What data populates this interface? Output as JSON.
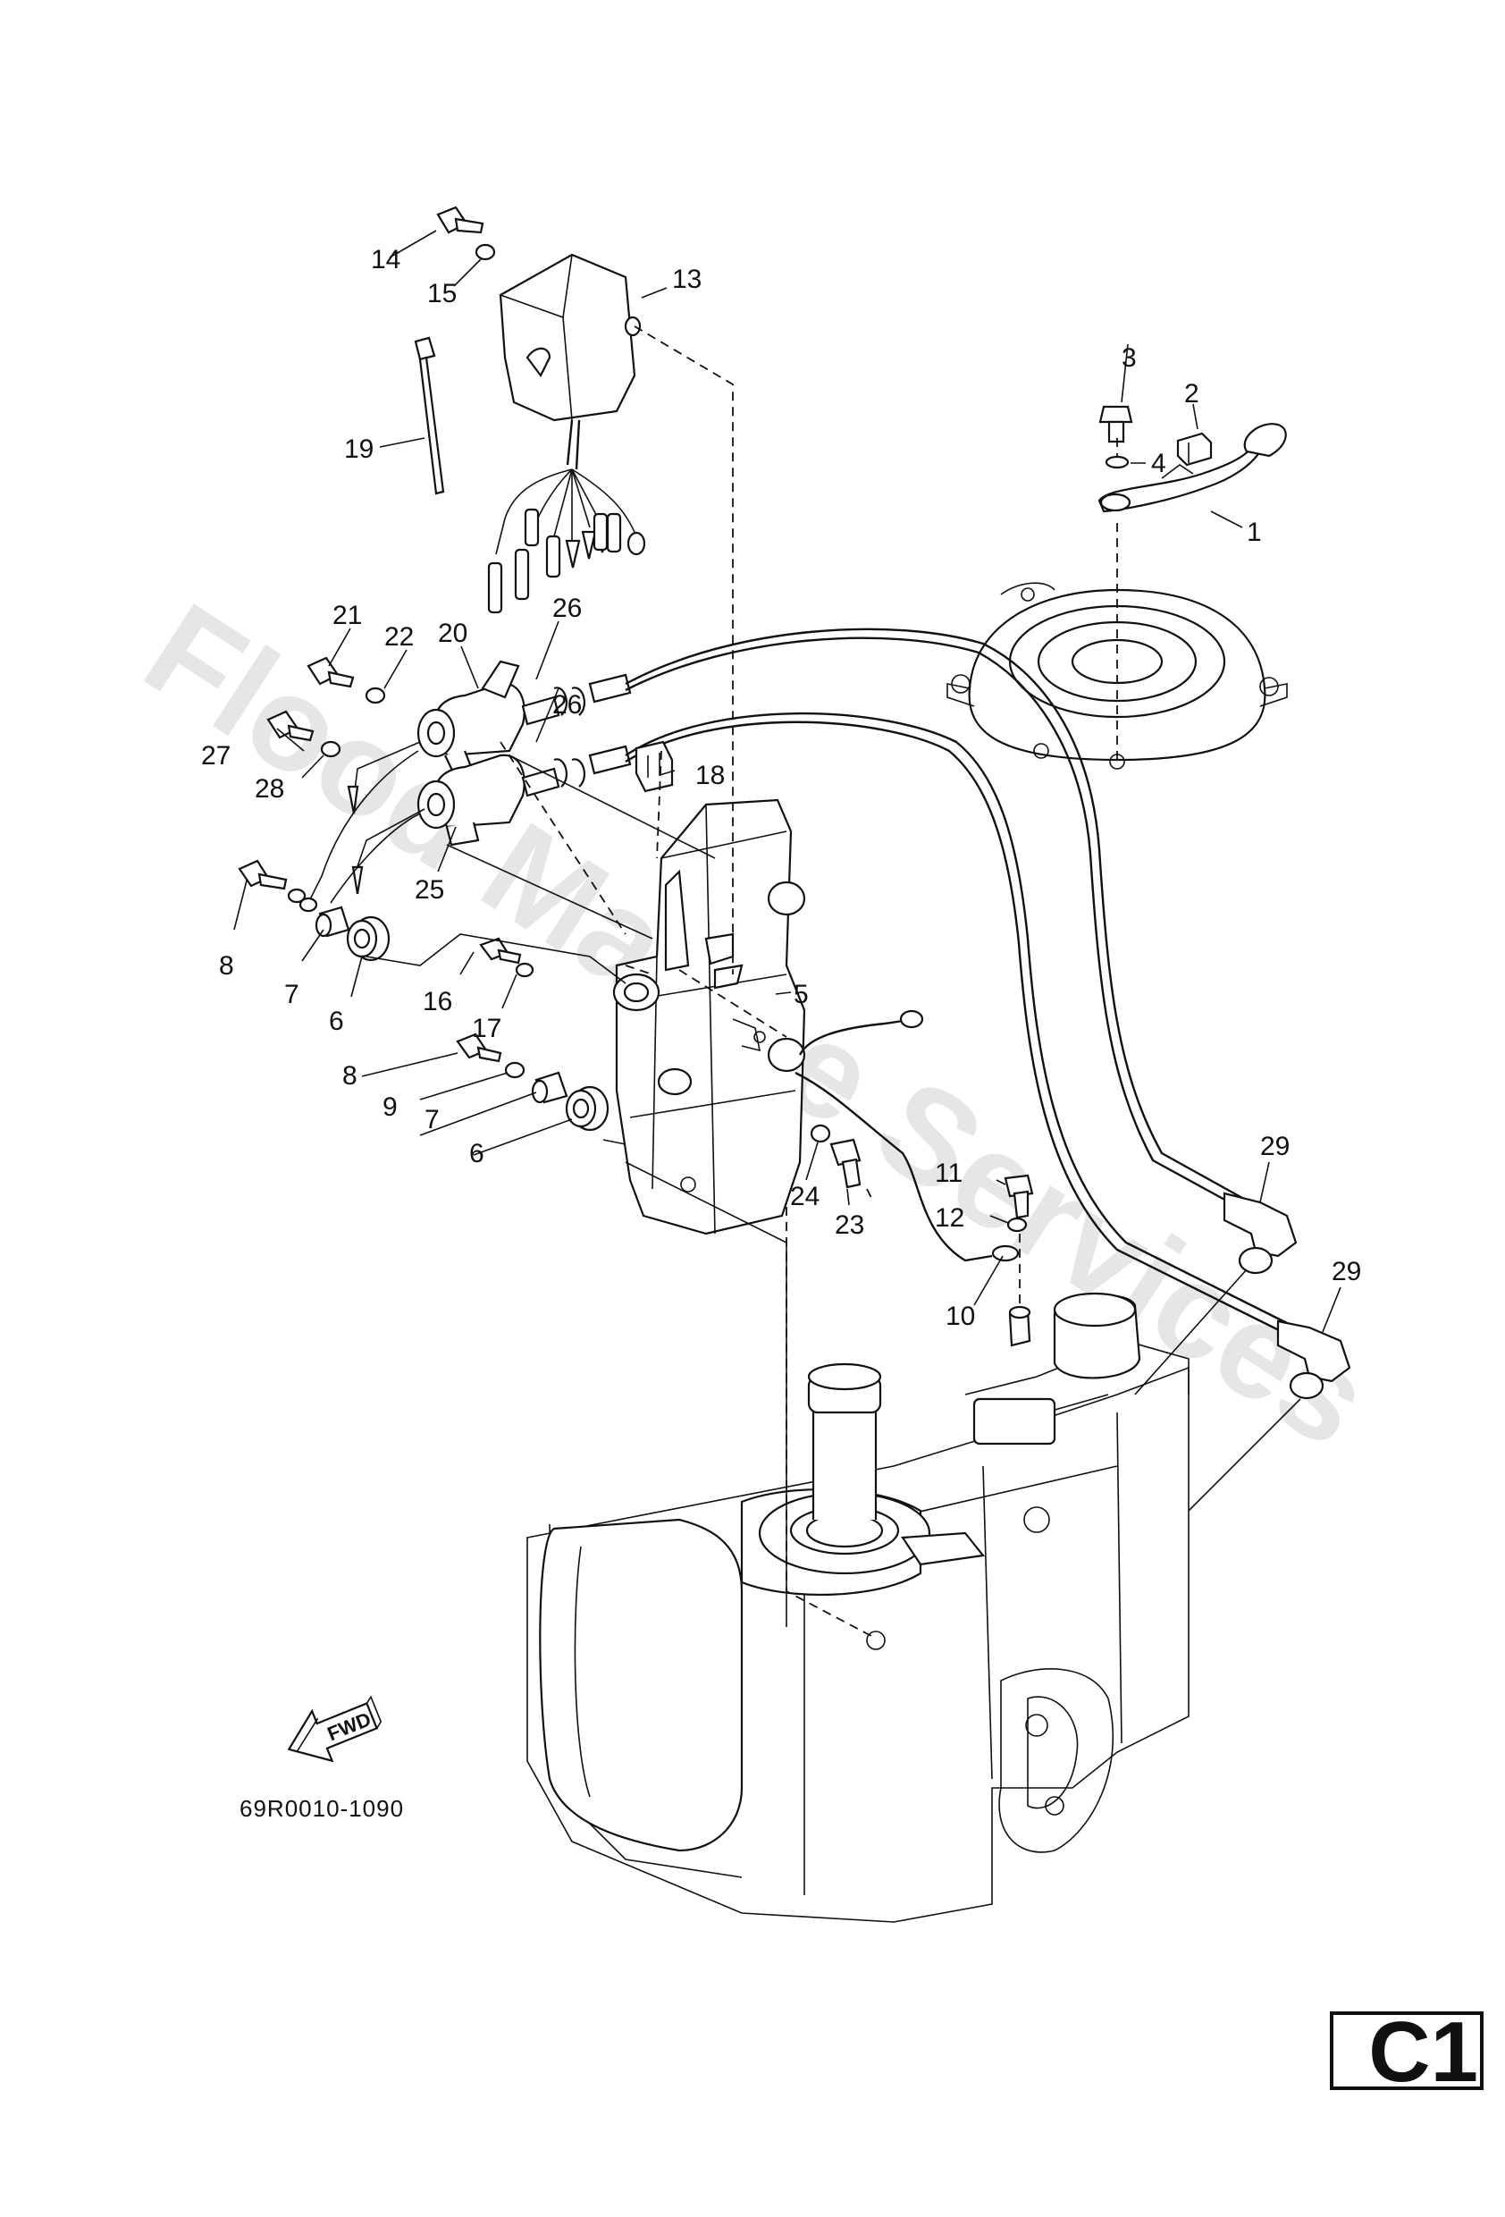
{
  "watermark": "Flood Marine Services",
  "drawing_code": "69R0010-1090",
  "page_code": "C1",
  "fwd_arrow_label": "FWD",
  "callouts": {
    "p1": "1",
    "p2": "2",
    "p3": "3",
    "p4": "4",
    "p5": "5",
    "p6a": "6",
    "p6b": "6",
    "p7a": "7",
    "p7b": "7",
    "p8a": "8",
    "p8b": "8",
    "p9": "9",
    "p10": "10",
    "p11": "11",
    "p12": "12",
    "p13": "13",
    "p14": "14",
    "p15": "15",
    "p16": "16",
    "p17": "17",
    "p18": "18",
    "p19": "19",
    "p20": "20",
    "p21": "21",
    "p22": "22",
    "p23": "23",
    "p24": "24",
    "p25": "25",
    "p26a": "26",
    "p26b": "26",
    "p27": "27",
    "p28": "28",
    "p29a": "29",
    "p29b": "29"
  }
}
